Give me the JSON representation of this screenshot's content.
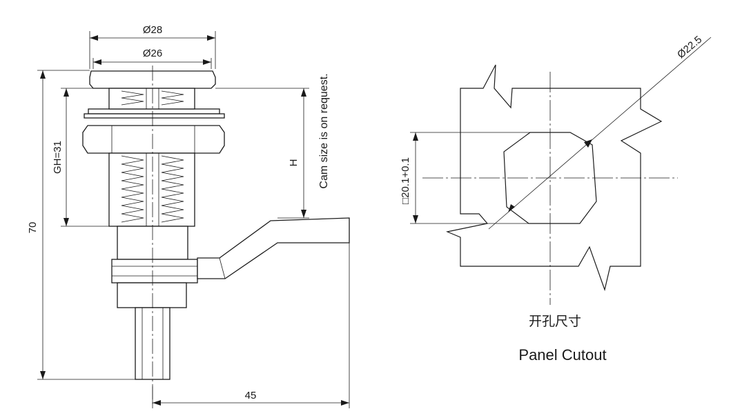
{
  "lock_drawing": {
    "dim_outer_diameter": "Ø28",
    "dim_head_diameter": "Ø26",
    "dim_thread_length": "GH=31",
    "dim_total_length": "70",
    "dim_cam_height": "H",
    "dim_cam_reach": "45",
    "cam_note": "Cam size is on request."
  },
  "panel_cutout": {
    "dim_diameter": "Ø22.5",
    "dim_flat": "□20.1+0.1",
    "label_cn": "开孔尺寸",
    "label_en": "Panel Cutout"
  }
}
